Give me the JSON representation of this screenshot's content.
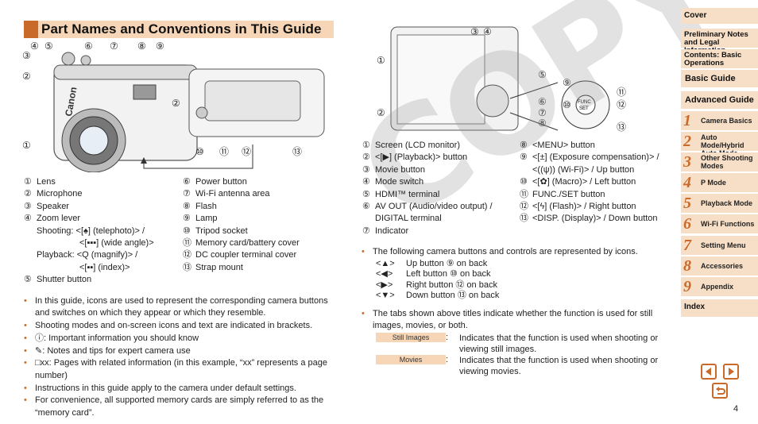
{
  "title": "Part Names and Conventions in This Guide",
  "watermark": "COPY",
  "camera_front_callouts": [
    "①",
    "②",
    "③",
    "④",
    "⑤",
    "⑥",
    "⑦",
    "⑧",
    "⑨",
    "②",
    "⑩",
    "⑪",
    "⑫",
    "⑬"
  ],
  "camera_back_callouts": [
    "①",
    "②",
    "③",
    "④",
    "⑤",
    "⑥",
    "⑦",
    "⑧",
    "⑨",
    "⑩",
    "⑪",
    "⑫",
    "⑬"
  ],
  "front_parts_col1": [
    {
      "num": "①",
      "label": "Lens"
    },
    {
      "num": "②",
      "label": "Microphone"
    },
    {
      "num": "③",
      "label": "Speaker"
    },
    {
      "num": "④",
      "label": "Zoom lever"
    }
  ],
  "zoom_shooting": [
    "Shooting: <[♠] (telephoto)> /",
    "<[▪▪▪] (wide angle)>"
  ],
  "zoom_playback": [
    "Playback: <Q (magnify)> /",
    "<[▪▪] (index)>"
  ],
  "front_part5": {
    "num": "⑤",
    "label": "Shutter button"
  },
  "front_parts_col2": [
    {
      "num": "⑥",
      "label": "Power button"
    },
    {
      "num": "⑦",
      "label": "Wi-Fi antenna area"
    },
    {
      "num": "⑧",
      "label": "Flash"
    },
    {
      "num": "⑨",
      "label": "Lamp"
    },
    {
      "num": "⑩",
      "label": "Tripod socket"
    },
    {
      "num": "⑪",
      "label": "Memory card/battery cover"
    },
    {
      "num": "⑫",
      "label": "DC coupler terminal cover"
    },
    {
      "num": "⑬",
      "label": "Strap mount"
    }
  ],
  "back_parts_col1": [
    {
      "num": "①",
      "label": "Screen (LCD monitor)"
    },
    {
      "num": "②",
      "label": "<[▶] (Playback)> button"
    },
    {
      "num": "③",
      "label": "Movie button"
    },
    {
      "num": "④",
      "label": "Mode switch"
    },
    {
      "num": "⑤",
      "label": "HDMI™ terminal"
    },
    {
      "num": "⑥",
      "label": "AV OUT (Audio/video output) /"
    },
    {
      "num": "",
      "label": "DIGITAL terminal"
    },
    {
      "num": "⑦",
      "label": "Indicator"
    }
  ],
  "back_parts_col2": [
    {
      "num": "⑧",
      "label": "<MENU> button"
    },
    {
      "num": "⑨",
      "label": "<[±] (Exposure compensation)> /"
    },
    {
      "num": "",
      "label": "<((ψ)) (Wi-Fi)> / Up button"
    },
    {
      "num": "⑩",
      "label": "<[✿] (Macro)> / Left button"
    },
    {
      "num": "⑪",
      "label": "FUNC./SET button"
    },
    {
      "num": "⑫",
      "label": "<[ϟ] (Flash)> / Right button"
    },
    {
      "num": "⑬",
      "label": "<DISP. (Display)> / Down button"
    }
  ],
  "notes_left": [
    "In this guide, icons are used to represent the corresponding camera buttons and switches on which they appear or which they resemble.",
    "Shooting modes and on-screen icons and text are indicated in brackets.",
    "ⓘ: Important information you should know",
    "✎: Notes and tips for expert camera use",
    "□xx: Pages with related information (in this example, “xx” represents a page number)",
    "Instructions in this guide apply to the camera under default settings.",
    "For convenience, all supported memory cards are simply referred to as the “memory card”."
  ],
  "notes_right_intro": "The following camera buttons and controls are represented by icons.",
  "button_legend": [
    {
      "icon": "<▲>",
      "label": "Up button ⑨ on back"
    },
    {
      "icon": "<◀>",
      "label": "Left button ⑩ on back"
    },
    {
      "icon": "<▶>",
      "label": "Right button ⑫ on back"
    },
    {
      "icon": "<▼>",
      "label": "Down button ⑬ on back"
    }
  ],
  "tabs_note": "The tabs shown above titles indicate whether the function is used for still images, movies, or both.",
  "tabs": [
    {
      "tag": "Still Images",
      "desc": "Indicates that the function is used when shooting or viewing still images."
    },
    {
      "tag": "Movies",
      "desc": "Indicates that the function is used when shooting or viewing movies."
    }
  ],
  "tab_colon": ":",
  "sidebar": {
    "cover": "Cover",
    "prelim": "Preliminary Notes and Legal Information",
    "contents": "Contents: Basic Operations",
    "basic_guide": "Basic Guide",
    "advanced_guide": "Advanced Guide",
    "chapters": [
      {
        "n": "1",
        "label": "Camera Basics"
      },
      {
        "n": "2",
        "label": "Auto Mode/Hybrid Auto Mode"
      },
      {
        "n": "3",
        "label": "Other Shooting Modes"
      },
      {
        "n": "4",
        "label": "P Mode"
      },
      {
        "n": "5",
        "label": "Playback Mode"
      },
      {
        "n": "6",
        "label": "Wi-Fi Functions"
      },
      {
        "n": "7",
        "label": "Setting Menu"
      },
      {
        "n": "8",
        "label": "Accessories"
      },
      {
        "n": "9",
        "label": "Appendix"
      }
    ],
    "index": "Index"
  },
  "page_number": "4",
  "colors": {
    "accent": "#c96a2a",
    "tab_bg": "#f6d6b7",
    "sidebar_bg": "#f7dfc7"
  }
}
